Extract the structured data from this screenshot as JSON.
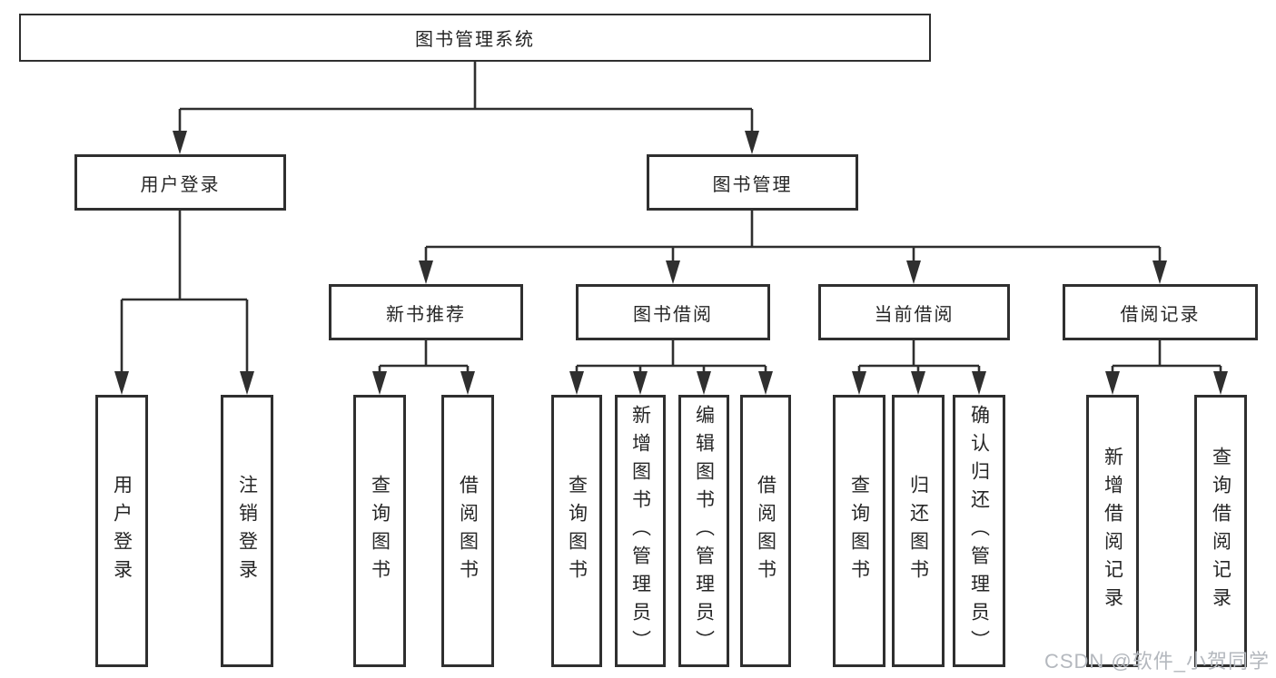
{
  "nodes": {
    "root": {
      "label": "图书管理系统"
    },
    "level2": [
      {
        "label": "用户登录"
      },
      {
        "label": "图书管理"
      }
    ],
    "level3": [
      {
        "label": "新书推荐"
      },
      {
        "label": "图书借阅"
      },
      {
        "label": "当前借阅"
      },
      {
        "label": "借阅记录"
      }
    ],
    "leaves": {
      "user_login": [
        {
          "label": "用户登录"
        },
        {
          "label": "注销登录"
        }
      ],
      "new_book": [
        {
          "label": "查询图书"
        },
        {
          "label": "借阅图书"
        }
      ],
      "borrow": [
        {
          "label": "查询图书"
        },
        {
          "label": "新增图书（管理员）"
        },
        {
          "label": "编辑图书（管理员）"
        },
        {
          "label": "借阅图书"
        }
      ],
      "current": [
        {
          "label": "查询图书"
        },
        {
          "label": "归还图书"
        },
        {
          "label": "确认归还（管理员）"
        }
      ],
      "records": [
        {
          "label": "新增借阅记录"
        },
        {
          "label": "查询借阅记录"
        }
      ]
    }
  },
  "watermark": {
    "text": "CSDN @软件_小贺同学"
  }
}
